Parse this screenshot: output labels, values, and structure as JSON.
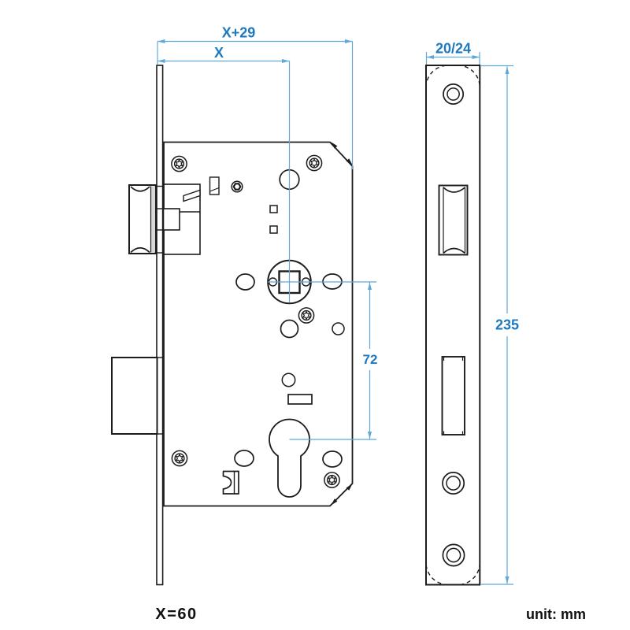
{
  "drawing_title": "Mortise lock dimensional drawing",
  "dims": {
    "case_depth_total": "X+29",
    "backset": "X",
    "forend_width": "20/24",
    "forend_length": "235",
    "centre_distance": "72"
  },
  "notes": {
    "backset_value": "X=60",
    "unit": "unit: mm"
  },
  "colors": {
    "line": "#1c1c1c",
    "dim_line": "#5fa8d8",
    "dim_text": "#1e79bf",
    "label_text": "#111111",
    "shade": "#d8d8d8"
  }
}
